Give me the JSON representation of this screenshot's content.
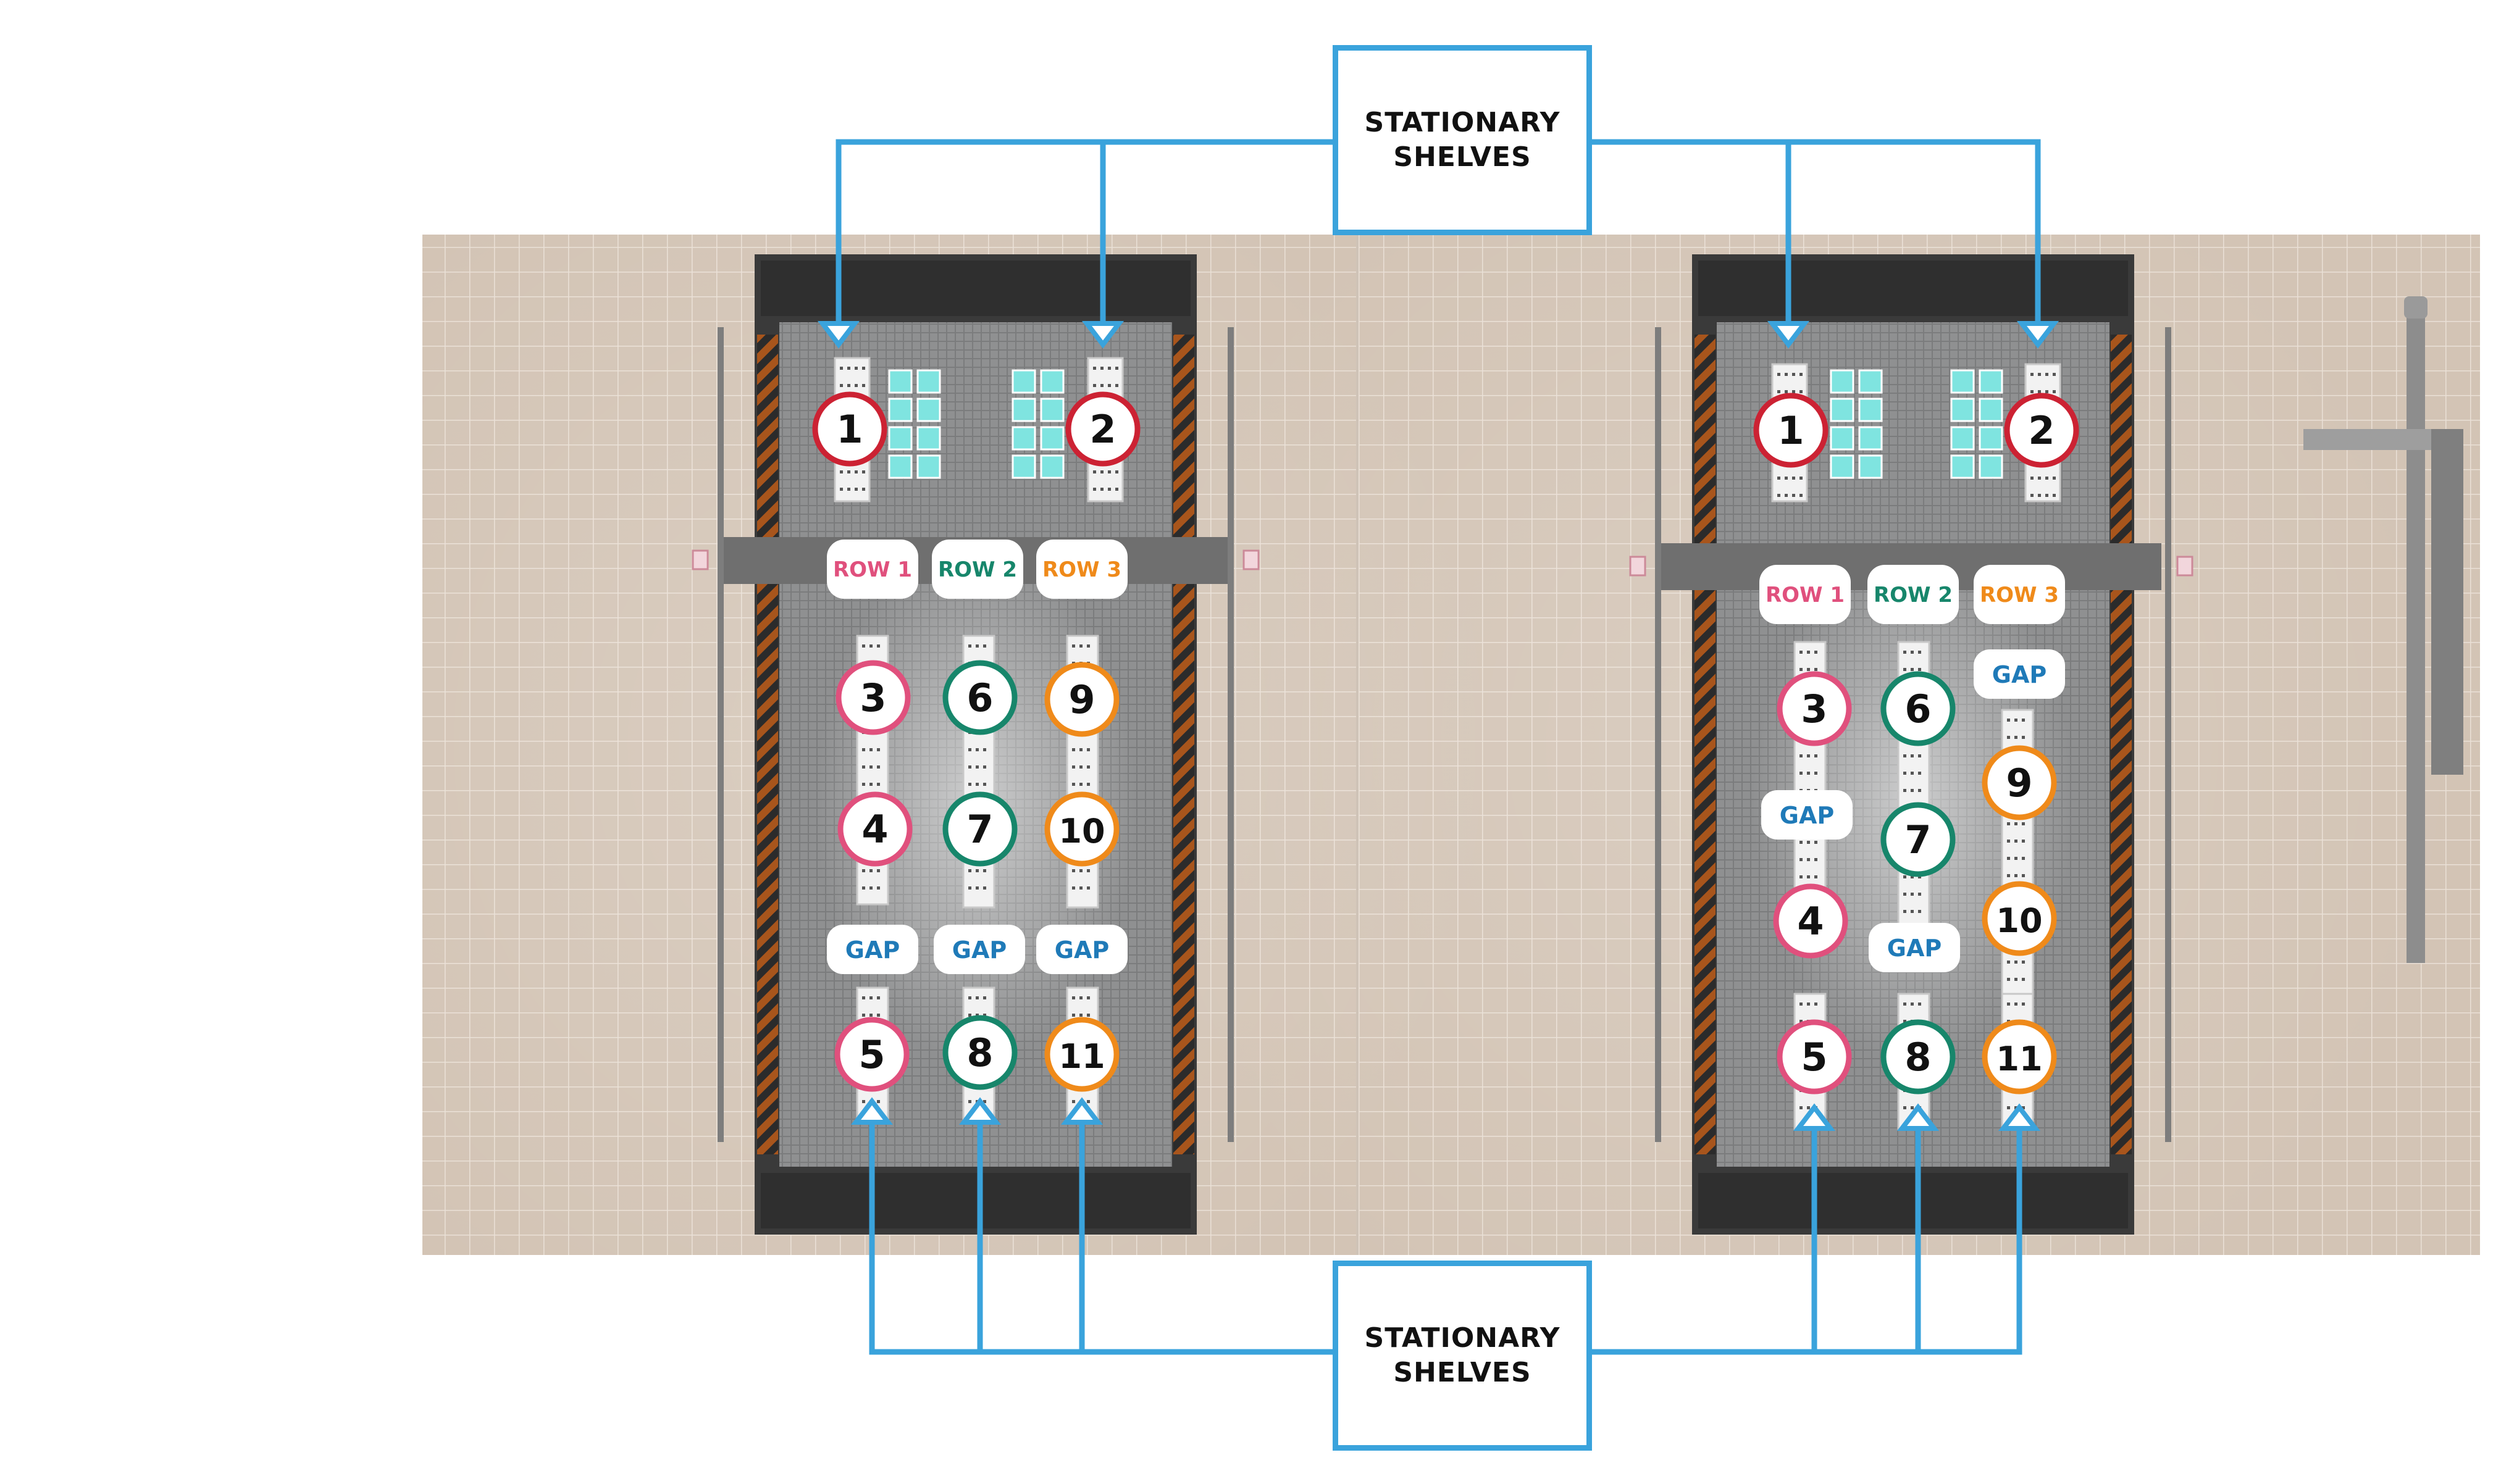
{
  "callouts": {
    "top": "STATIONARY\nSHELVES",
    "bottom": "STATIONARY\nSHELVES"
  },
  "rooms": [
    {
      "row_labels": [
        "ROW 1",
        "ROW 2",
        "ROW 3"
      ],
      "shelves": [
        {
          "n": "1",
          "color": "red"
        },
        {
          "n": "2",
          "color": "red"
        },
        {
          "n": "3",
          "color": "pink"
        },
        {
          "n": "4",
          "color": "pink"
        },
        {
          "n": "5",
          "color": "pink"
        },
        {
          "n": "6",
          "color": "green"
        },
        {
          "n": "7",
          "color": "green"
        },
        {
          "n": "8",
          "color": "green"
        },
        {
          "n": "9",
          "color": "orange"
        },
        {
          "n": "10",
          "color": "orange"
        },
        {
          "n": "11",
          "color": "orange"
        }
      ],
      "gaps": [
        "GAP",
        "GAP",
        "GAP"
      ]
    },
    {
      "row_labels": [
        "ROW 1",
        "ROW 2",
        "ROW 3"
      ],
      "shelves": [
        {
          "n": "1",
          "color": "red"
        },
        {
          "n": "2",
          "color": "red"
        },
        {
          "n": "3",
          "color": "pink"
        },
        {
          "n": "4",
          "color": "pink"
        },
        {
          "n": "5",
          "color": "pink"
        },
        {
          "n": "6",
          "color": "green"
        },
        {
          "n": "7",
          "color": "green"
        },
        {
          "n": "8",
          "color": "green"
        },
        {
          "n": "9",
          "color": "orange"
        },
        {
          "n": "10",
          "color": "orange"
        },
        {
          "n": "11",
          "color": "orange"
        }
      ],
      "gaps": [
        "GAP",
        "GAP",
        "GAP"
      ]
    }
  ],
  "colors": {
    "red": "#cc2233",
    "pink": "#e0507d",
    "green": "#17866b",
    "orange": "#ef8a1a",
    "gap_text": "#1f7ab8",
    "arrow": "#3aa3dc"
  }
}
